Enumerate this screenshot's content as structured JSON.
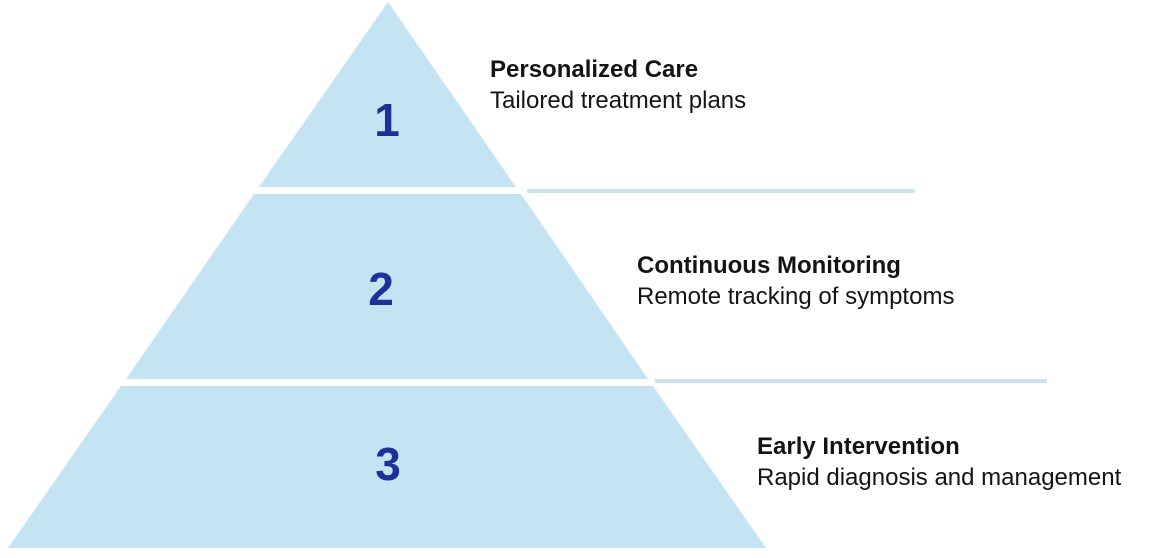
{
  "diagram": {
    "type": "pyramid",
    "levels": [
      {
        "number": "1",
        "title": "Personalized Care",
        "subtitle": "Tailored treatment plans"
      },
      {
        "number": "2",
        "title": "Continuous Monitoring",
        "subtitle": "Remote tracking of symptoms"
      },
      {
        "number": "3",
        "title": "Early Intervention",
        "subtitle": "Rapid diagnosis and management"
      }
    ],
    "colors": {
      "tier_fill": "#C4E3F3",
      "leader_line": "#CBE2EF",
      "number_text": "#1F3099",
      "label_text": "#141414",
      "background": "#FFFFFF"
    }
  }
}
